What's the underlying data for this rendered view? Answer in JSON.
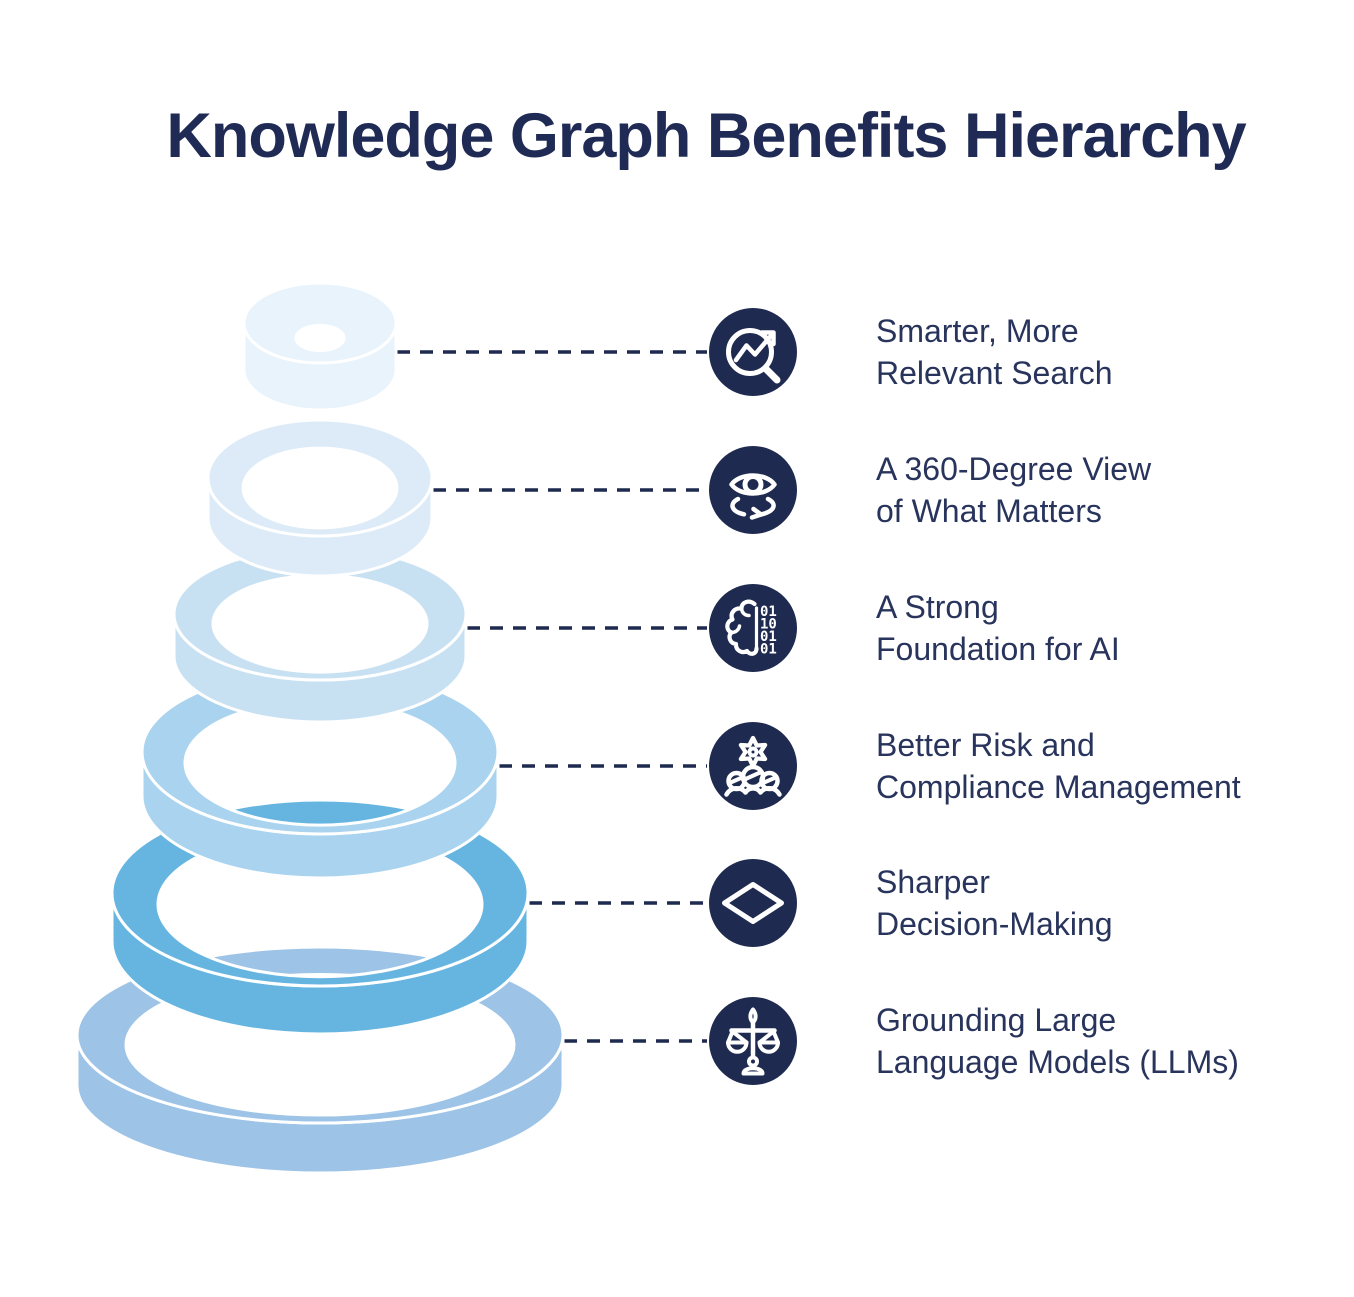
{
  "title": "Knowledge Graph Benefits Hierarchy",
  "colors": {
    "navy": "#1e2a4f",
    "title_text": "#1f2b55",
    "label_text": "#28345c",
    "icon_glyph": "#ffffff",
    "background": "#ffffff"
  },
  "rings": [
    {
      "level": 1,
      "color": "#e9f3fb"
    },
    {
      "level": 2,
      "color": "#dcebf7"
    },
    {
      "level": 3,
      "color": "#c7e1f3"
    },
    {
      "level": 4,
      "color": "#a9d3ee"
    },
    {
      "level": 5,
      "color": "#66b5e1"
    },
    {
      "level": 6,
      "color": "#9dc3e6"
    }
  ],
  "benefits": [
    {
      "icon": "search-trend-icon",
      "line1": "Smarter, More",
      "line2": "Relevant Search"
    },
    {
      "icon": "eye-360-icon",
      "line1": "A 360-Degree View",
      "line2": "of What Matters"
    },
    {
      "icon": "brain-binary-icon",
      "line1": "A Strong",
      "line2": "Foundation for AI",
      "binary": [
        "01",
        "10",
        "01",
        "01"
      ]
    },
    {
      "icon": "team-gear-icon",
      "line1": "Better Risk and",
      "line2": "Compliance Management"
    },
    {
      "icon": "diamond-icon",
      "line1": "Sharper",
      "line2": "Decision-Making"
    },
    {
      "icon": "scales-icon",
      "line1": "Grounding Large",
      "line2": "Language Models (LLMs)"
    }
  ]
}
